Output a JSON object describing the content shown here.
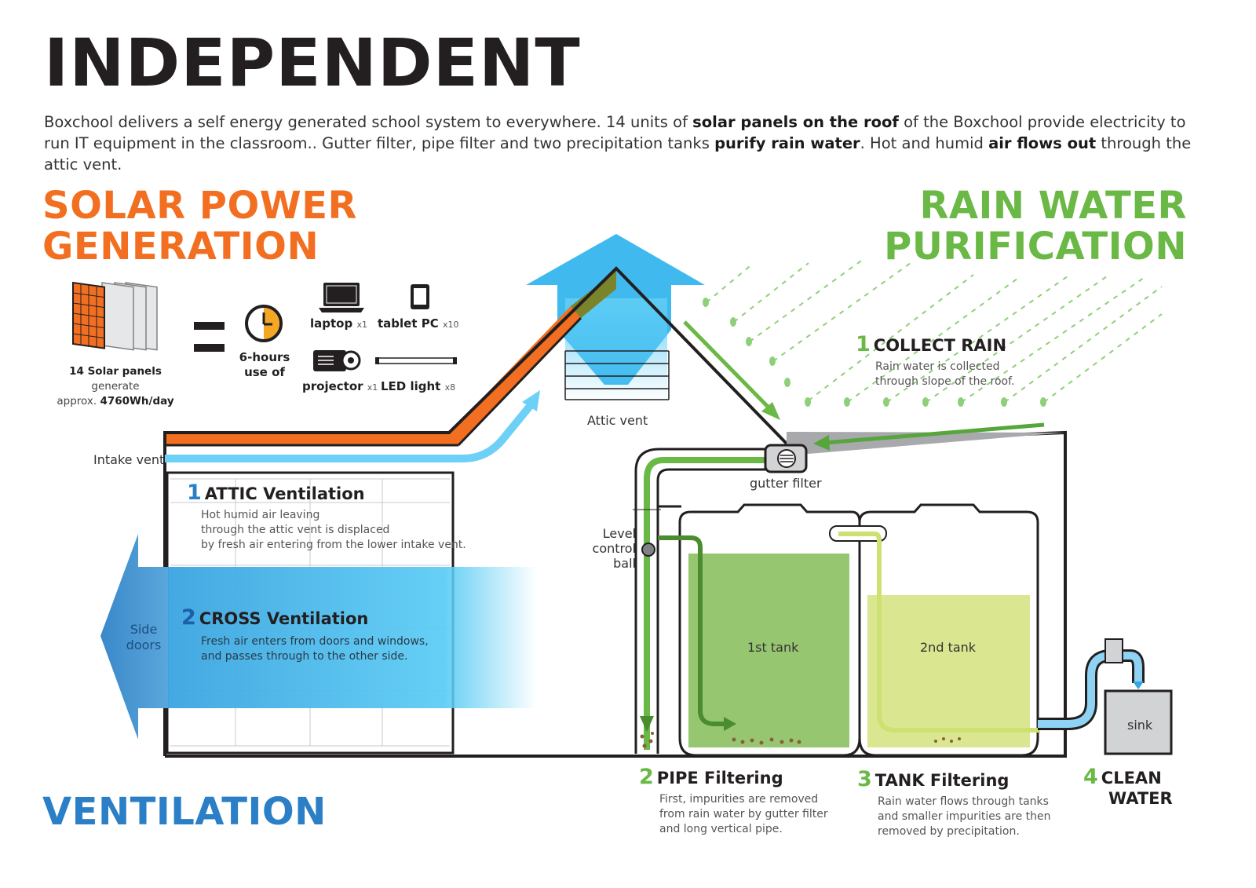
{
  "title": "INDEPENDENT",
  "intro": {
    "p1": "Boxchool delivers a self energy generated school system to everywhere. 14 units of ",
    "b1": "solar panels on the roof",
    "p2": " of the Boxchool  provide electricity to run IT equipment in the classroom.. Gutter filter, pipe filter and two precipitation tanks ",
    "b2": "purify rain water",
    "p3": ". Hot and humid ",
    "b3": "air flows out",
    "p4": " through the attic vent."
  },
  "solar": {
    "title_line1": "SOLAR POWER",
    "title_line2": "GENERATION",
    "panels_bold": "14 Solar panels",
    "panels_text": " generate",
    "approx_text": "approx. ",
    "approx_bold": "4760Wh/day",
    "hours_line1": "6-hours",
    "hours_line2": "use of",
    "devices": [
      {
        "name": "laptop",
        "qty": "x1",
        "icon": "laptop-icon"
      },
      {
        "name": "tablet PC",
        "qty": "x10",
        "icon": "tablet-icon"
      },
      {
        "name": "projector",
        "qty": "x1",
        "icon": "projector-icon"
      },
      {
        "name": "LED light",
        "qty": "x8",
        "icon": "led-light-icon"
      }
    ],
    "colors": {
      "accent": "#f26f21"
    }
  },
  "rain": {
    "title_line1": "RAIN WATER",
    "title_line2": "PURIFICATION",
    "colors": {
      "accent": "#6ab845",
      "tank1": "#8cc062",
      "tank2": "#d8e68a"
    },
    "steps": [
      {
        "num": "1",
        "title": "COLLECT RAIN",
        "text_l1": "Rain water is collected",
        "text_l2": "through slope of the roof."
      },
      {
        "num": "2",
        "title": "PIPE Filtering",
        "text_l1": "First, impurities are removed",
        "text_l2": "from rain water by gutter filter",
        "text_l3": "and long vertical pipe."
      },
      {
        "num": "3",
        "title": "TANK Filtering",
        "text_l1": "Rain water flows through tanks",
        "text_l2": "and smaller impurities are then",
        "text_l3": "removed by precipitation."
      },
      {
        "num": "4",
        "title_l1": "CLEAN",
        "title_l2": "WATER"
      }
    ],
    "labels": {
      "gutter_filter": "gutter filter",
      "level_l1": "Level",
      "level_l2": "control",
      "level_l3": "ball",
      "tank1": "1st tank",
      "tank2": "2nd tank",
      "sink": "sink"
    }
  },
  "ventilation": {
    "title": "VENTILATION",
    "colors": {
      "accent": "#2b7fc6",
      "air": "#5ecdf5"
    },
    "intake_vent": "Intake vent",
    "attic_vent": "Attic vent",
    "side_doors_l1": "Side",
    "side_doors_l2": "doors",
    "steps": [
      {
        "num": "1",
        "title": "ATTIC Ventilation",
        "text_l1": "Hot humid air leaving",
        "text_l2": "through the attic vent is displaced",
        "text_l3": "by fresh air entering from the lower intake vent."
      },
      {
        "num": "2",
        "title": "CROSS Ventilation",
        "text_l1": "Fresh air enters from doors and windows,",
        "text_l2": "and passes through to the other side."
      }
    ]
  }
}
